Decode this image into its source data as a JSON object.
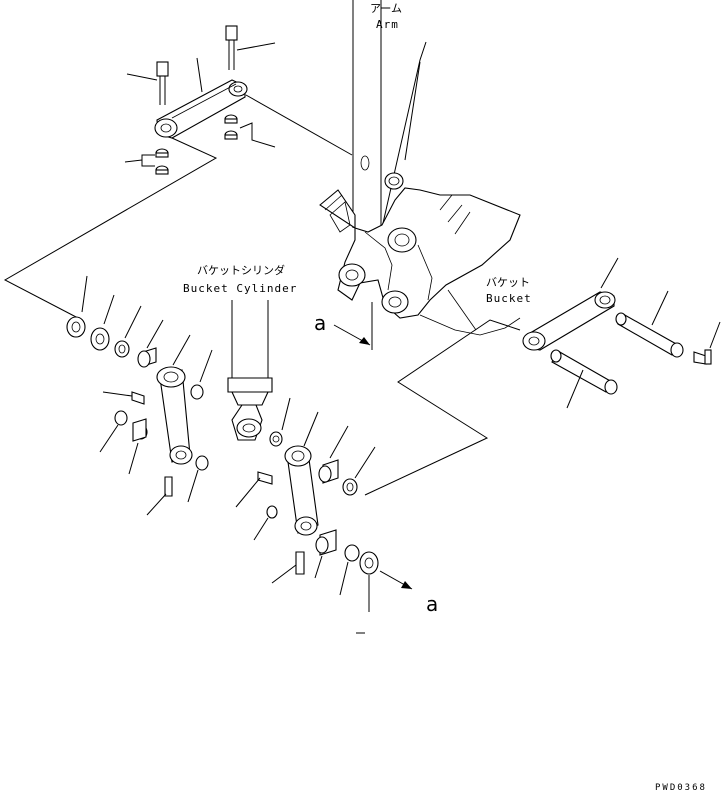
{
  "labels": {
    "arm_jp": "アーム",
    "arm_en": "Arm",
    "bucket_jp": "バケット",
    "bucket_en": "Bucket",
    "cylinder_jp": "バケットシリンダ",
    "cylinder_en": "Bucket Cylinder",
    "ref_a_top": "a",
    "ref_a_bottom": "a",
    "drawing_code": "PWD0368"
  }
}
